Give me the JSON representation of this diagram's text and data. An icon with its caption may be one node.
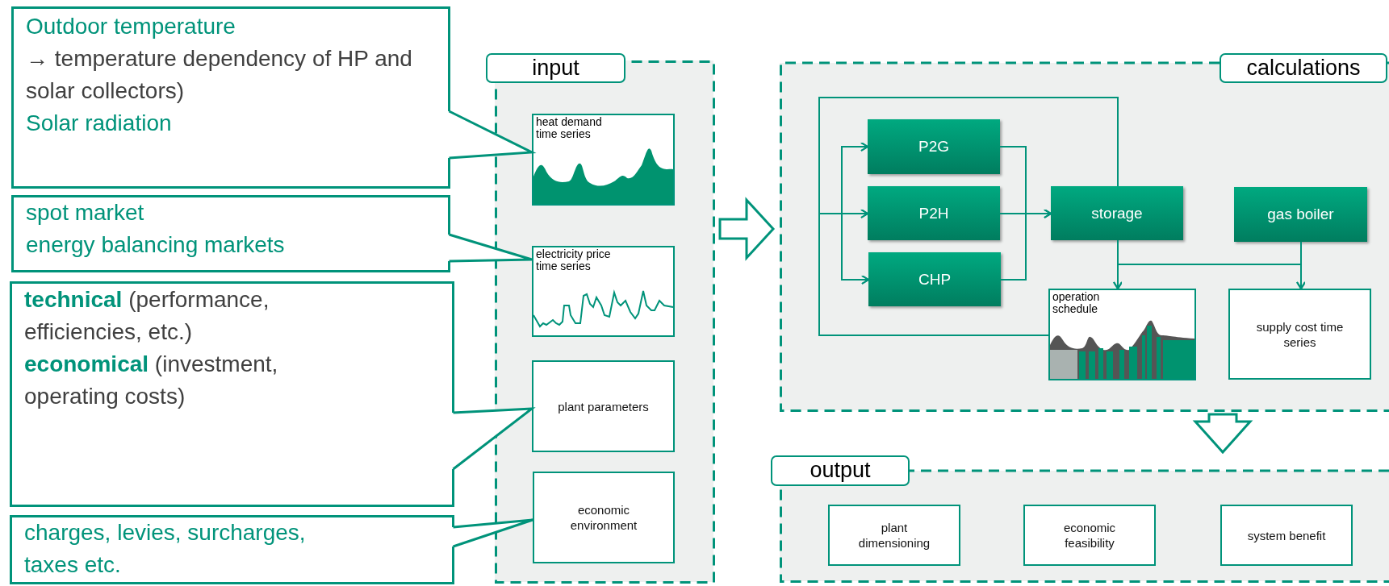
{
  "diagram": {
    "nodes": [
      {
        "text": [
          "Outdoor temperature",
          "→ temperature dependency of HP and solar collectors)",
          "Solar radiation"
        ]
      },
      {
        "text": [
          "spot market",
          "energy balancing markets"
        ]
      },
      {
        "text": [
          "**technical** (performance, efficiencies, etc.)",
          "**economical** (investment, operating costs)"
        ]
      },
      {
        "text": [
          "charges, levies, surcharges, taxes etc."
        ]
      },
      {
        "text": [
          "input"
        ]
      },
      {
        "text": [
          "heat demand time series"
        ],
        "in": 4
      },
      {
        "text": [
          "electricity price time series"
        ],
        "in": 4
      },
      {
        "text": [
          "plant parameters"
        ],
        "in": 4
      },
      {
        "text": [
          "economic environment"
        ],
        "in": 4
      },
      {
        "text": [
          "calculations"
        ]
      },
      {
        "text": [
          "P2G"
        ],
        "in": 9
      },
      {
        "text": [
          "P2H"
        ],
        "in": 9
      },
      {
        "text": [
          "CHP"
        ],
        "in": 9
      },
      {
        "text": [
          "storage"
        ],
        "in": 9
      },
      {
        "text": [
          "gas boiler"
        ],
        "in": 9
      },
      {
        "text": [
          "operation schedule"
        ],
        "in": 9
      },
      {
        "text": [
          "supply cost time series"
        ],
        "in": 9
      },
      {
        "text": [
          "output"
        ]
      },
      {
        "text": [
          "plant dimensioning"
        ],
        "in": 17
      },
      {
        "text": [
          "economic feasibility"
        ],
        "in": 17
      },
      {
        "text": [
          "system benefit"
        ],
        "in": 17
      }
    ],
    "edges": [
      {
        "from": 0,
        "to": 5,
        "arrow": "to"
      },
      {
        "from": 1,
        "to": 6,
        "arrow": "to"
      },
      {
        "from": 2,
        "to": 7,
        "arrow": "to"
      },
      {
        "from": 3,
        "to": 8,
        "arrow": "to"
      },
      {
        "from": 4,
        "to": 9,
        "arrow": "to",
        "style": "thick"
      },
      {
        "from": 9,
        "to": 17,
        "arrow": "to",
        "style": "thick"
      },
      {
        "from": 15,
        "to": 10,
        "arrow": "to"
      },
      {
        "from": 15,
        "to": 11,
        "arrow": "to"
      },
      {
        "from": 15,
        "to": 12,
        "arrow": "to"
      },
      {
        "from": 13,
        "to": 10,
        "arrow": "to"
      },
      {
        "from": 13,
        "to": 11,
        "arrow": "to"
      },
      {
        "from": 13,
        "to": 12,
        "arrow": "to"
      },
      {
        "from": 10,
        "to": 13,
        "arrow": "to"
      },
      {
        "from": 11,
        "to": 13,
        "arrow": "to"
      },
      {
        "from": 12,
        "to": 13,
        "arrow": "to"
      },
      {
        "from": 13,
        "to": 15,
        "arrow": "to"
      },
      {
        "from": 13,
        "to": 16,
        "arrow": "to"
      },
      {
        "from": 14,
        "to": 15,
        "arrow": "to"
      },
      {
        "from": 14,
        "to": 16,
        "arrow": "to"
      }
    ]
  }
}
